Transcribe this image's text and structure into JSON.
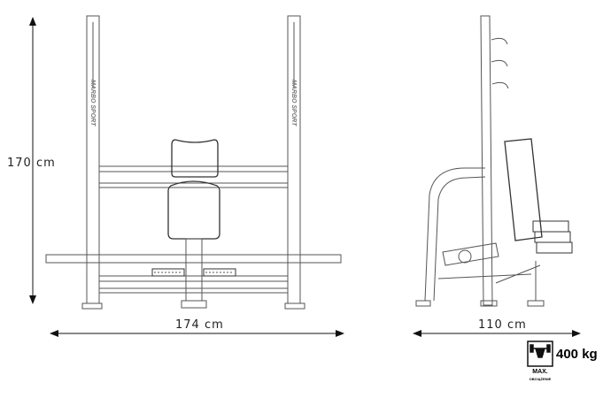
{
  "dimensions": {
    "height": "170 cm",
    "front_width": "174 cm",
    "side_depth": "110 cm"
  },
  "logo_text": "MARBO SPORT",
  "max_load": {
    "value": "400 kg",
    "label": "MAX.",
    "sublabel": "OBCIĄŻENIE"
  }
}
